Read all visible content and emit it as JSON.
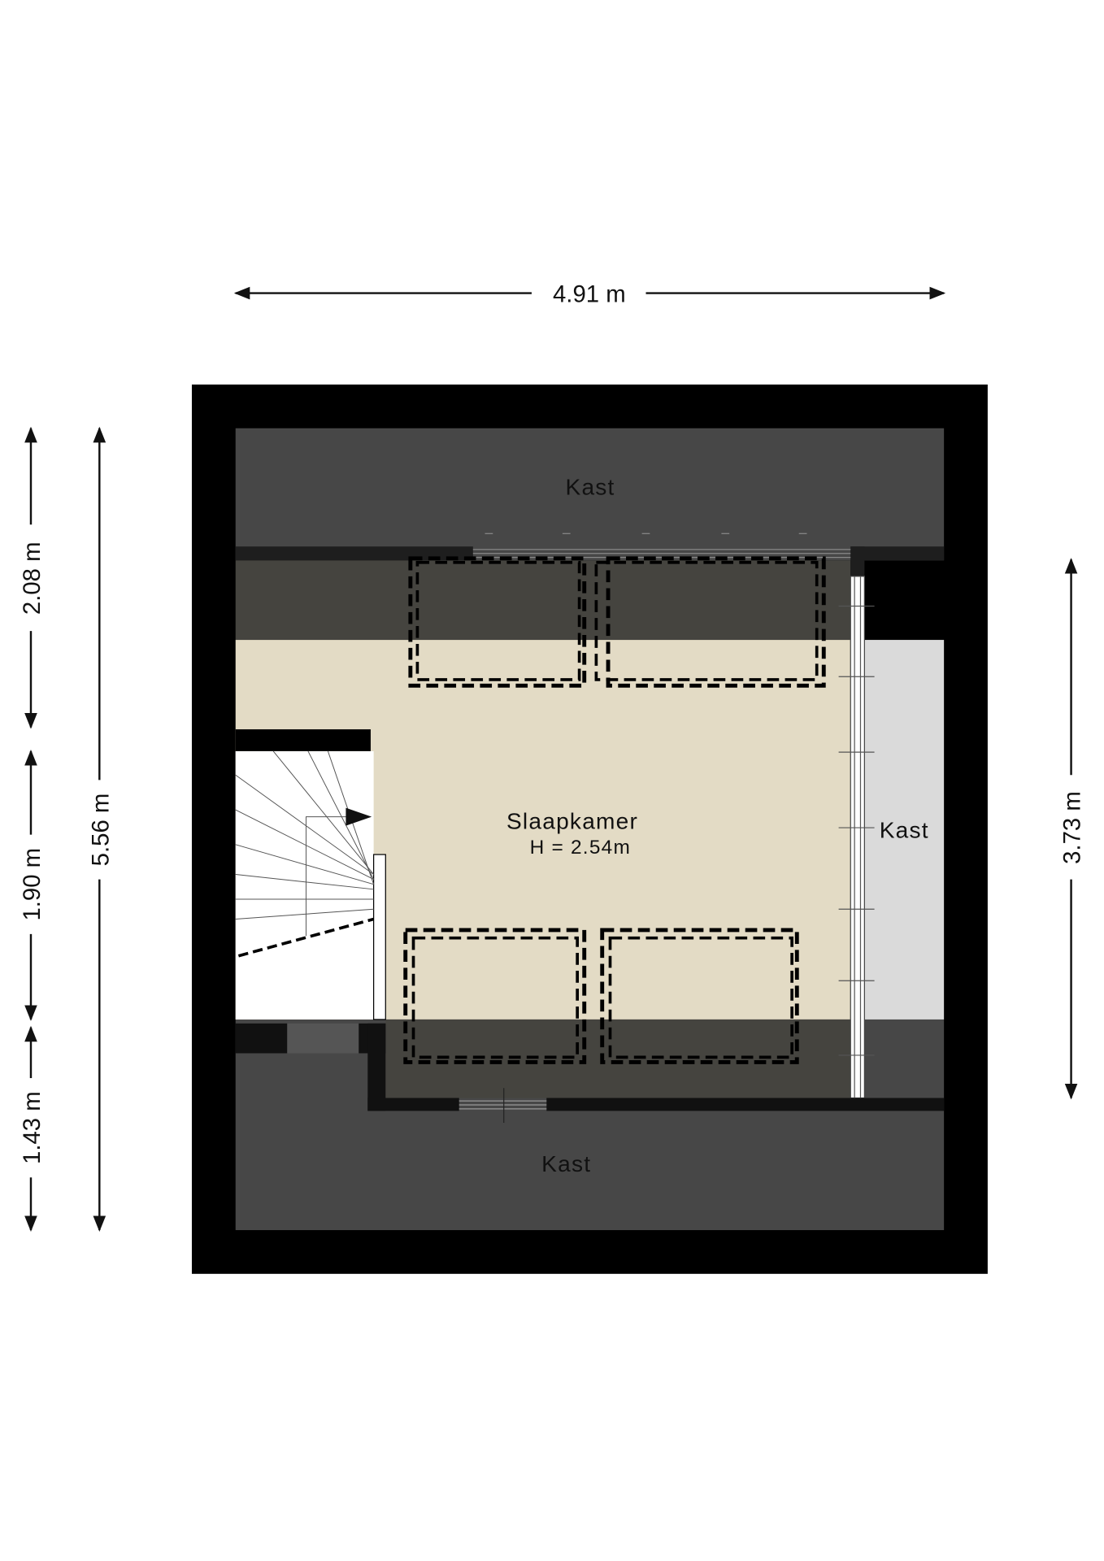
{
  "dimensions": {
    "width_total": "4.91 m",
    "height_total": "5.56 m",
    "left_top": "2.08 m",
    "left_middle": "1.90 m",
    "left_bottom": "1.43 m",
    "right": "3.73 m"
  },
  "rooms": {
    "kast_top": "Kast",
    "slaapkamer": "Slaapkamer",
    "slaapkamer_height": "H = 2.54m",
    "kast_right": "Kast",
    "kast_bottom": "Kast"
  },
  "colors": {
    "wall": "#000000",
    "kast": "#474747",
    "slope": "#45443f",
    "floor": "#e3dbc5",
    "kast_light": "#dadada",
    "stairs": "#ffffff"
  }
}
